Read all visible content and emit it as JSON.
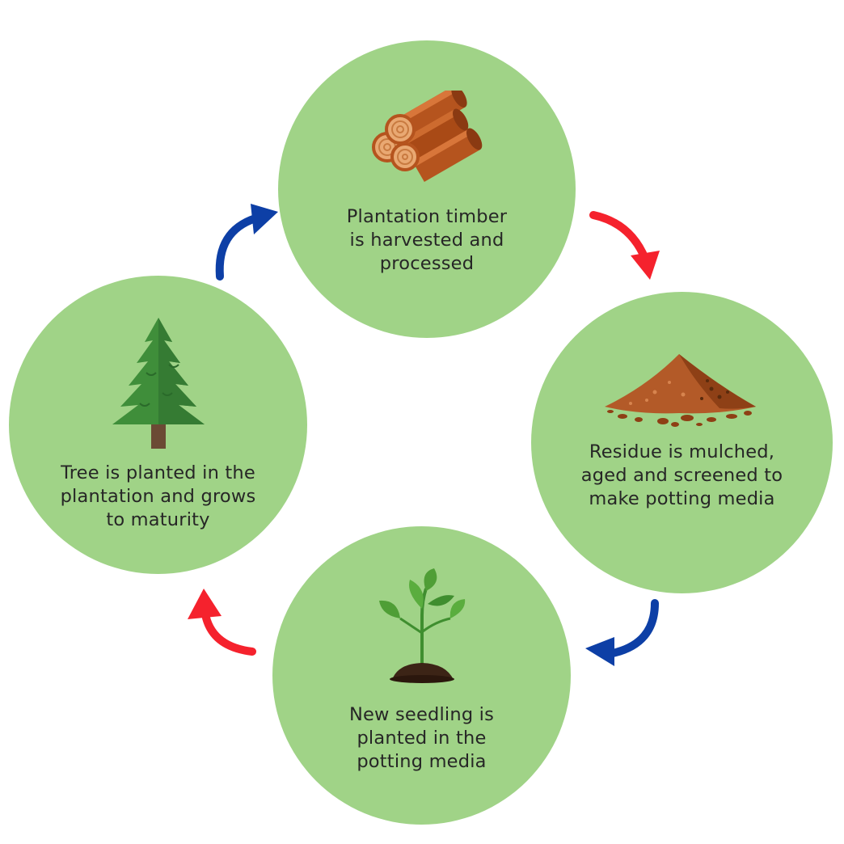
{
  "colors": {
    "circle": "#a0d387",
    "text": "#262626",
    "arrow_red": "#f5222d",
    "arrow_blue": "#0d3fa6"
  },
  "steps": [
    {
      "id": "harvest",
      "icon": "timber-logs-icon",
      "lines": [
        "Plantation timber",
        "is harvested and",
        "processed"
      ]
    },
    {
      "id": "mulch",
      "icon": "soil-pile-icon",
      "lines": [
        "Residue is mulched,",
        "aged and screened to",
        "make potting media"
      ]
    },
    {
      "id": "seedling",
      "icon": "seedling-icon",
      "lines": [
        "New seedling is",
        "planted in the",
        "potting media"
      ]
    },
    {
      "id": "grow",
      "icon": "pine-tree-icon",
      "lines": [
        "Tree is planted in the",
        "plantation and grows",
        "to maturity"
      ]
    }
  ],
  "arrows": [
    {
      "from": "harvest",
      "to": "mulch",
      "color": "red"
    },
    {
      "from": "mulch",
      "to": "seedling",
      "color": "blue"
    },
    {
      "from": "seedling",
      "to": "grow",
      "color": "red"
    },
    {
      "from": "grow",
      "to": "harvest",
      "color": "blue"
    }
  ]
}
